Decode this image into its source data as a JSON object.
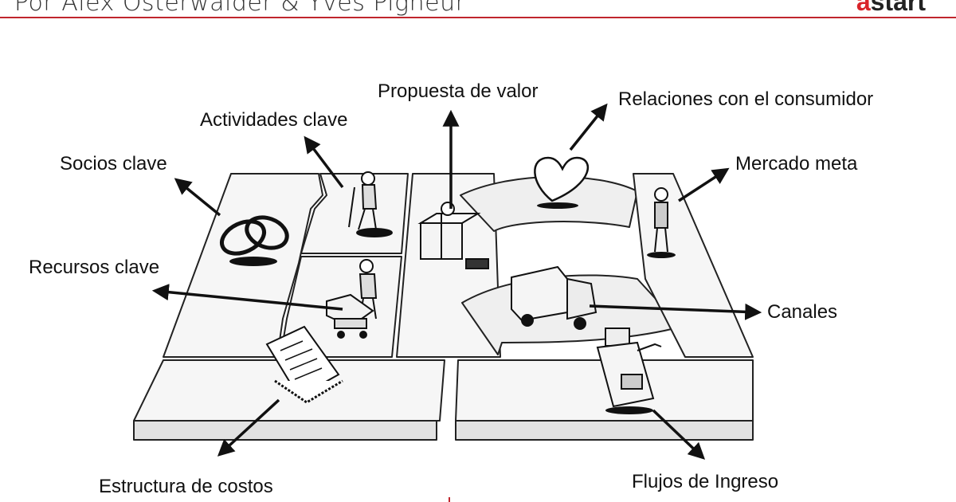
{
  "header": {
    "subtitle": "Por Alex Osterwalder & Yves Pigneur",
    "brand": "start",
    "brand_mark": "a"
  },
  "colors": {
    "accent": "#c0262d",
    "ink": "#111111",
    "block_fill": "#f3f3f3"
  },
  "diagram": {
    "labels": {
      "propuesta": "Propuesta de valor",
      "relaciones": "Relaciones con el consumidor",
      "actividades": "Actividades clave",
      "socios": "Socios clave",
      "mercado": "Mercado meta",
      "recursos": "Recursos clave",
      "canales": "Canales",
      "estructura": "Estructura de costos",
      "flujos": "Flujos de Ingreso"
    },
    "icons": [
      "rings-icon",
      "digging-person-icon",
      "gift-box-icon",
      "heart-icon",
      "standing-person-icon",
      "worker-with-cart-icon",
      "delivery-truck-icon",
      "cash-register-icon",
      "invoice-document-icon"
    ]
  }
}
